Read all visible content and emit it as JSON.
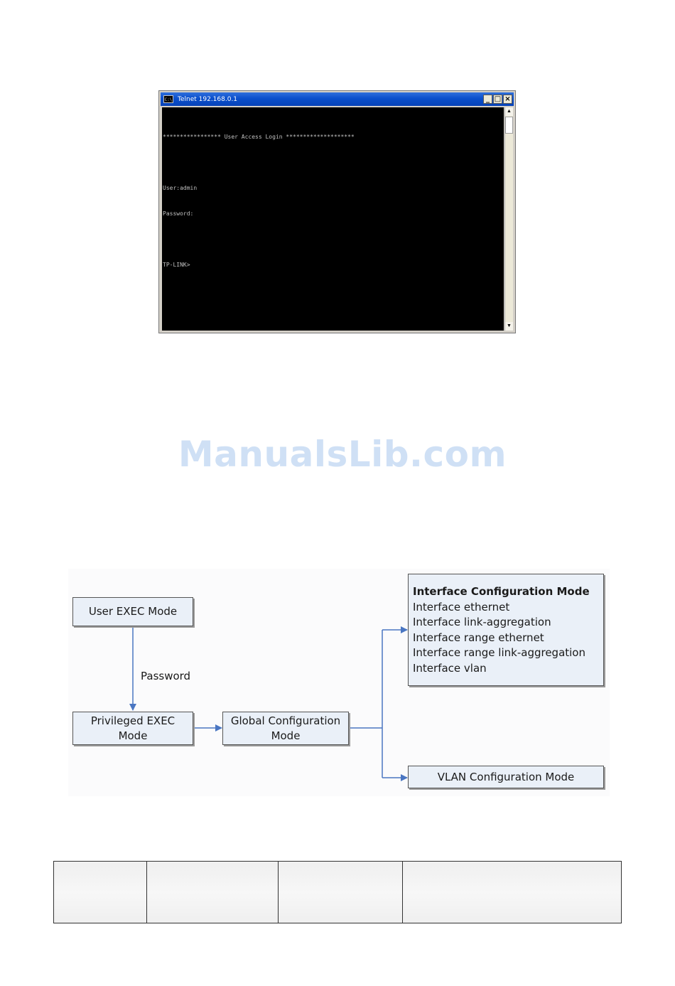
{
  "telnet": {
    "title": "Telnet 192.168.0.1",
    "icon": "console-icon",
    "controls": {
      "minimize": "_",
      "maximize": "□",
      "close": "×"
    },
    "lines": [
      "***************** User Access Login ********************",
      "",
      "User:admin",
      "Password:",
      "",
      "TP-LINK>"
    ]
  },
  "watermark": "ManualsLib.com",
  "diagram": {
    "user_exec": "User EXEC Mode",
    "password_label": "Password",
    "privileged_exec": [
      "Privileged EXEC",
      "Mode"
    ],
    "global_config": [
      "Global Configuration",
      "Mode"
    ],
    "vlan_config": "VLAN Configuration Mode",
    "interface_config": {
      "title": "Interface Configuration Mode",
      "items": [
        "Interface ethernet",
        "Interface link-aggregation",
        "Interface range ethernet",
        "Interface range link-aggregation",
        "Interface vlan"
      ]
    },
    "colors": {
      "arrow": "#4a76c2",
      "node_fill": "#eaf0f8"
    }
  }
}
